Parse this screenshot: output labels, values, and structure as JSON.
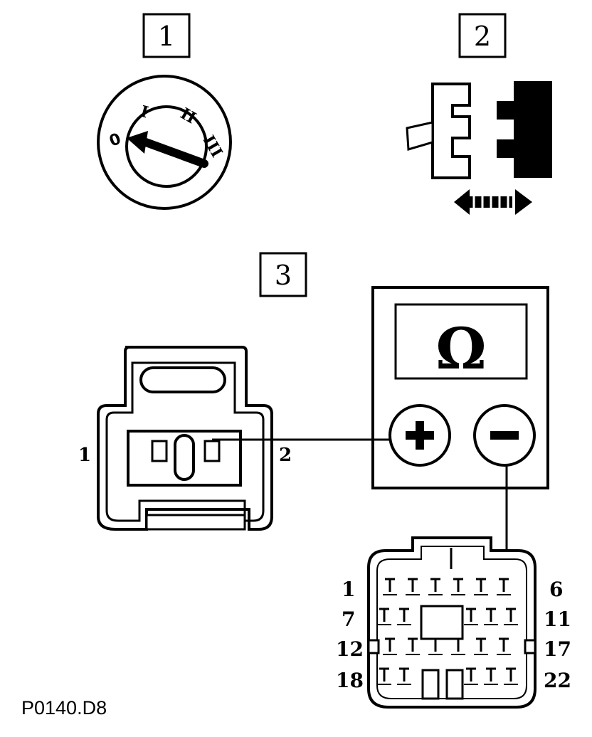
{
  "steps": {
    "s1": "1",
    "s2": "2",
    "s3": "3"
  },
  "ignition": {
    "positions": [
      "0",
      "I",
      "II",
      "III"
    ]
  },
  "meter": {
    "symbol": "Ω",
    "plus": "+",
    "minus": "−"
  },
  "sensor_connector": {
    "pin_left": "1",
    "pin_right": "2"
  },
  "ecu_connector": {
    "row_labels_left": [
      "1",
      "7",
      "12",
      "18"
    ],
    "row_labels_right": [
      "6",
      "11",
      "17",
      "22"
    ]
  },
  "figure_code": "P0140.D8"
}
